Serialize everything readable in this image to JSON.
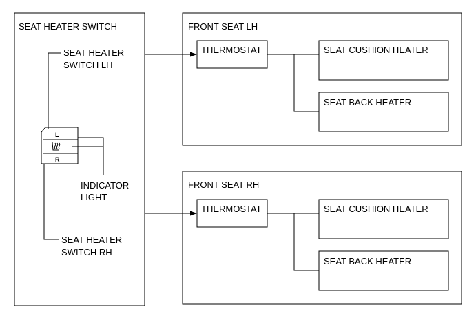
{
  "switch_panel": {
    "title": "SEAT HEATER SWITCH",
    "lh_label": [
      "SEAT HEATER",
      "SWITCH LH"
    ],
    "rh_label": [
      "SEAT HEATER",
      "SWITCH RH"
    ],
    "indicator_label": [
      "INDICATOR",
      "LIGHT"
    ],
    "switch_top_letter": "L",
    "switch_bottom_letter": "R",
    "switch_icon": "seat-heater-icon"
  },
  "front_seat_lh": {
    "title": "FRONT SEAT LH",
    "thermostat": "THERMOSTAT",
    "cushion_heater": "SEAT CUSHION HEATER",
    "back_heater": "SEAT BACK HEATER"
  },
  "front_seat_rh": {
    "title": "FRONT SEAT RH",
    "thermostat": "THERMOSTAT",
    "cushion_heater": "SEAT CUSHION HEATER",
    "back_heater": "SEAT BACK HEATER"
  }
}
